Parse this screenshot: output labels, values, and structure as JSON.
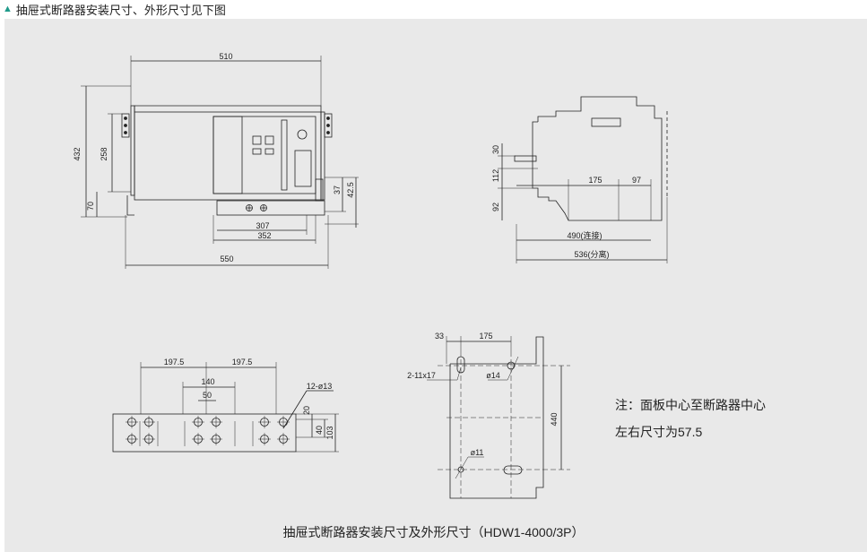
{
  "header": {
    "title": "抽屉式断路器安装尺寸、外形尺寸见下图"
  },
  "colors": {
    "accent": "#1f9a8a",
    "panel": "#e9e9e9",
    "line": "#222222"
  },
  "front_view": {
    "dims": {
      "width_top": "510",
      "height_total": "432",
      "height_inner": "258",
      "height_base": "70",
      "h37": "37",
      "h42_5": "42.5",
      "w307": "307",
      "w352": "352",
      "w550": "550"
    }
  },
  "side_view": {
    "dims": {
      "h30": "30",
      "h112": "112",
      "h92": "92",
      "w175": "175",
      "w97": "97",
      "w490": "490(连接)",
      "w536": "536(分离)"
    }
  },
  "bottom_view": {
    "dims": {
      "d197_5a": "197.5",
      "d197_5b": "197.5",
      "d140": "140",
      "d50": "50",
      "holes": "12-ø13",
      "d20": "20",
      "d40": "40",
      "d103": "103"
    }
  },
  "mount_view": {
    "dims": {
      "d33": "33",
      "d175": "175",
      "slots": "2-11x17",
      "d14": "ø14",
      "d11": "ø11",
      "d440": "440"
    }
  },
  "note": {
    "line1": "注：面板中心至断路器中心",
    "line2": "左右尺寸为57.5"
  },
  "caption": "抽屉式断路器安装尺寸及外形尺寸（HDW1-4000/3P）"
}
